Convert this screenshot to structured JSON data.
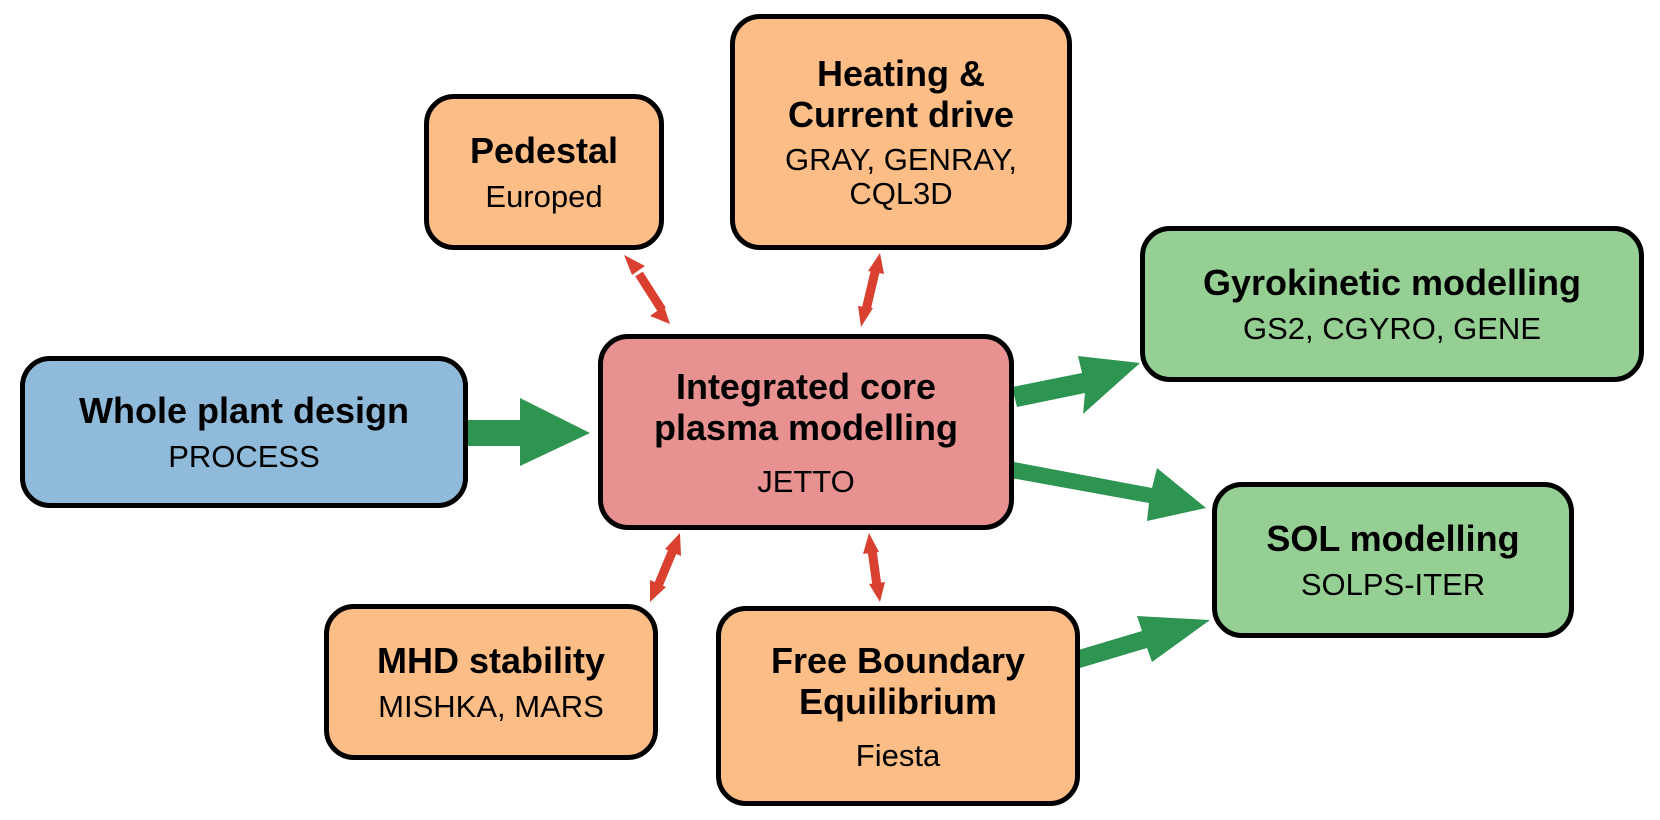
{
  "colors": {
    "design": "#8fbad9",
    "core": "#e89191",
    "coupled": "#fdbd86",
    "downstream": "#96cf94",
    "flow_arrow": "#2e9452",
    "coupling_arrow": "#d9402f",
    "border": "#000000"
  },
  "nodes": {
    "whole_plant": {
      "title": "Whole plant design",
      "sub": "PROCESS"
    },
    "core": {
      "title": "Integrated core plasma modelling",
      "sub": "JETTO"
    },
    "pedestal": {
      "title": "Pedestal",
      "sub": "Europed"
    },
    "heating": {
      "title": "Heating & Current drive",
      "sub": "GRAY, GENRAY, CQL3D"
    },
    "gyrokinetic": {
      "title": "Gyrokinetic modelling",
      "sub": "GS2, CGYRO, GENE"
    },
    "sol": {
      "title": "SOL modelling",
      "sub": "SOLPS-ITER"
    },
    "mhd": {
      "title": "MHD stability",
      "sub": "MISHKA, MARS"
    },
    "free_boundary": {
      "title": "Free Boundary Equilibrium",
      "sub": "Fiesta"
    }
  },
  "edges": [
    {
      "from": "whole_plant",
      "to": "core",
      "kind": "flow"
    },
    {
      "from": "core",
      "to": "gyrokinetic",
      "kind": "flow"
    },
    {
      "from": "core",
      "to": "sol",
      "kind": "flow"
    },
    {
      "from": "free_boundary",
      "to": "sol",
      "kind": "flow"
    },
    {
      "from": "core",
      "to": "pedestal",
      "kind": "coupling"
    },
    {
      "from": "core",
      "to": "heating",
      "kind": "coupling"
    },
    {
      "from": "core",
      "to": "mhd",
      "kind": "coupling"
    },
    {
      "from": "core",
      "to": "free_boundary",
      "kind": "coupling"
    }
  ]
}
